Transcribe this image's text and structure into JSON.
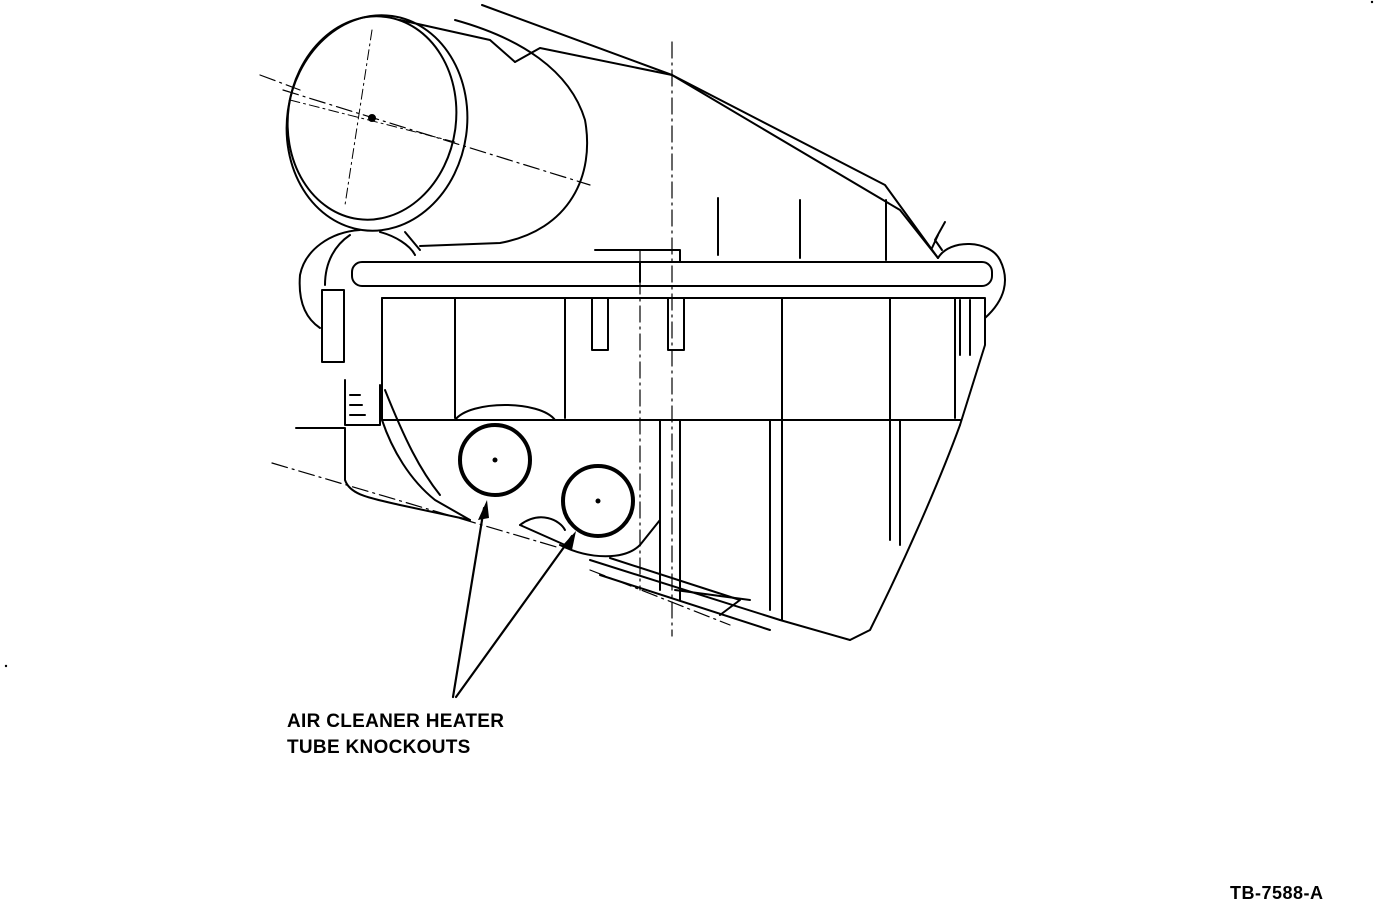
{
  "callout": {
    "line1": "AIR CLEANER HEATER",
    "line2": "TUBE KNOCKOUTS"
  },
  "figure_id": "TB-7588-A",
  "colors": {
    "ink": "#000000",
    "paper": "#ffffff"
  }
}
